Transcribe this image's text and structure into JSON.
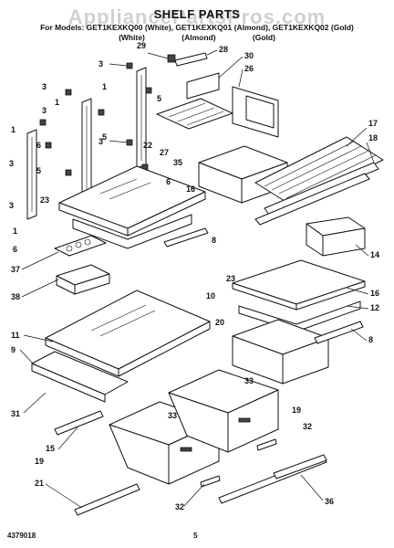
{
  "header": {
    "title": "SHELF PARTS",
    "models": "For Models: GET1KEXKQ00 (White), GET1KEXKQ01 (Almond), GET1KEXKQ02 (Gold)",
    "colors": "(White) (Almond) (Gold)"
  },
  "watermark": "AppliancePartsPros.com",
  "footer": {
    "doc_number": "4379018",
    "page": "5"
  },
  "callouts": [
    "1",
    "3",
    "5",
    "6",
    "8",
    "9",
    "10",
    "11",
    "12",
    "14",
    "15",
    "16",
    "17",
    "18",
    "19",
    "20",
    "21",
    "22",
    "23",
    "26",
    "27",
    "28",
    "29",
    "30",
    "31",
    "32",
    "33",
    "35",
    "36",
    "37",
    "38"
  ]
}
